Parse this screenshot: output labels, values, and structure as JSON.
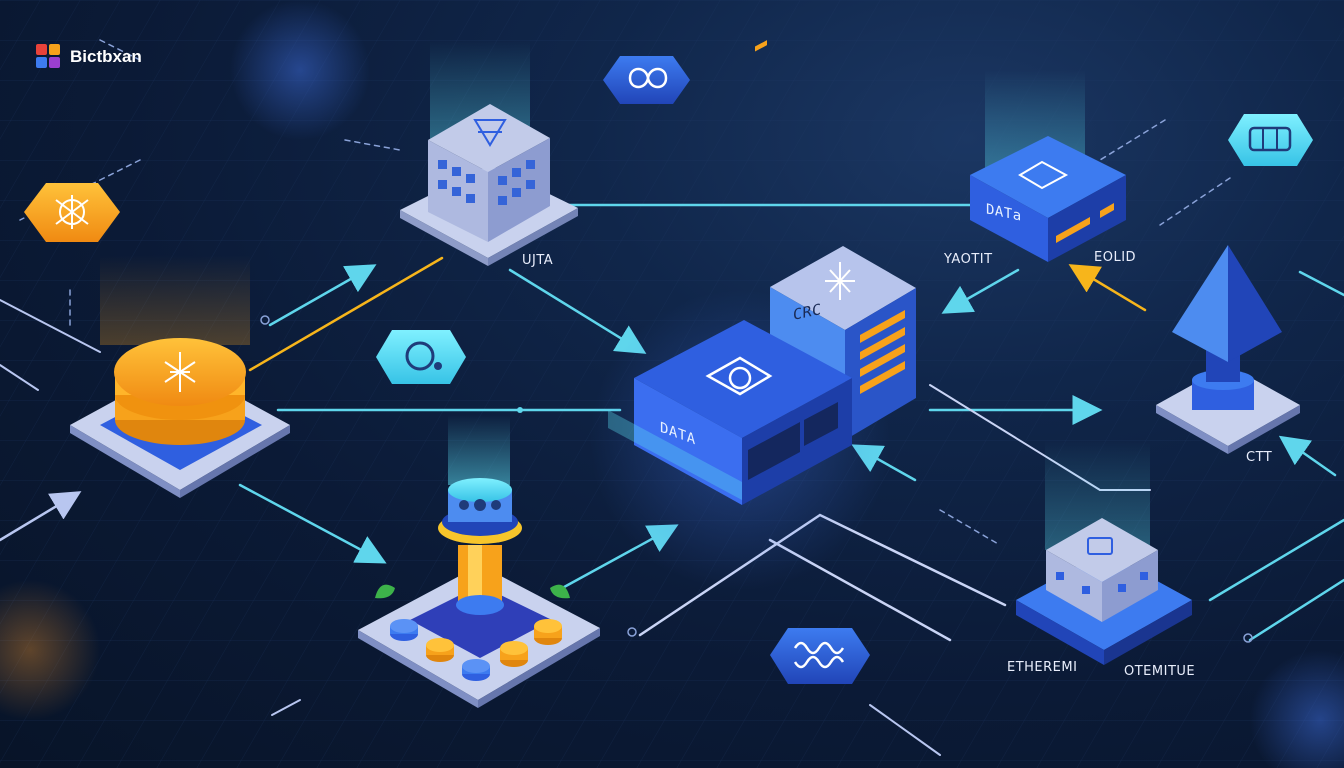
{
  "brand": {
    "name": "Bictbxan",
    "logo_icon": "grid-cubes-icon"
  },
  "labels": {
    "top_cube": "UJTA",
    "data_box_right": "DATa",
    "yaxis_left": "YAOTIT",
    "yaxis_right": "EOLID",
    "crc_block": "CRC",
    "main_block": "DATA",
    "eth_left": "ETHEREMI",
    "eth_right": "OTEMITUE",
    "eth_side": "CTT"
  },
  "icons": [
    "orange-network-hexagon-icon",
    "blue-infinity-hexagon-icon",
    "teal-wallet-hexagon-icon",
    "blue-coil-hexagon-icon",
    "teal-grid-hexagon-icon",
    "ethereum-crystal-icon",
    "coin-stack-icon",
    "blockchain-tower-icon"
  ],
  "colors": {
    "background": "#0b1a36",
    "connector": "#5fd6ec",
    "connector_alt": "#a9b8e6",
    "accent_orange": "#f7a21b",
    "accent_blue": "#2f5fe0",
    "accent_teal": "#5cdcf0"
  }
}
